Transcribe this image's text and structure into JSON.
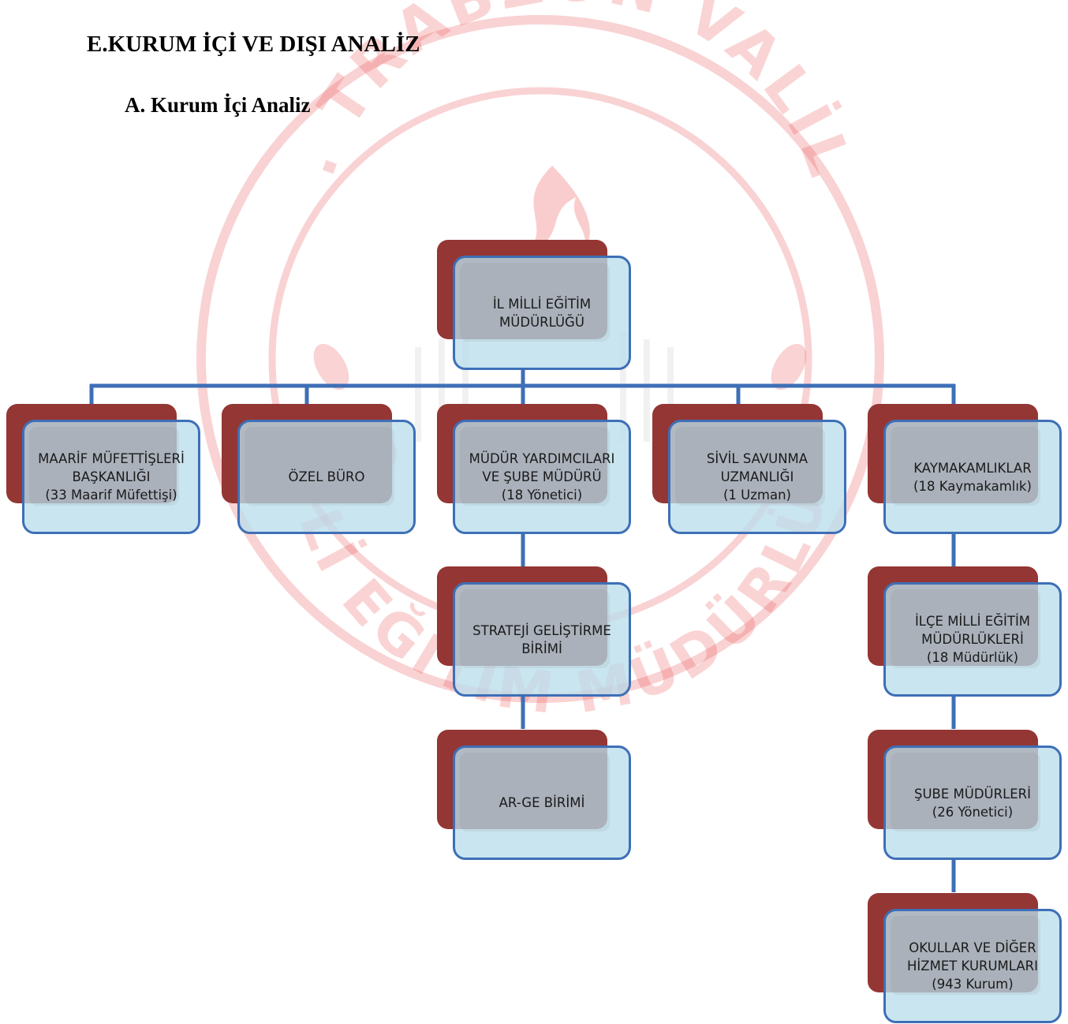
{
  "page": {
    "title": "E.KURUM İÇİ VE DIŞI ANALİZ",
    "section": "A. Kurum İçi Analiz"
  },
  "watermark": {
    "top_text": "T.C. TRABZON VALİLİĞİ",
    "bottom_text": "MİLLİ EĞİTİM MÜDÜRLÜĞÜ",
    "color": "#e7393c"
  },
  "org_chart": {
    "root": {
      "lines": [
        "İL MİLLİ EĞİTİM",
        "MÜDÜRLÜĞÜ"
      ]
    },
    "units": [
      {
        "id": "mufettis",
        "lines": [
          "MAARİF MÜFETTİŞLERİ",
          "BAŞKANLIĞI",
          "(33 Maarif Müfettişi)"
        ]
      },
      {
        "id": "ozel-buro",
        "lines": [
          "ÖZEL BÜRO"
        ]
      },
      {
        "id": "mudur-yrd",
        "lines": [
          "MÜDÜR YARDIMCILARI",
          "VE ŞUBE MÜDÜRÜ",
          "(18 Yönetici)"
        ]
      },
      {
        "id": "sivil-savunma",
        "lines": [
          "SİVİL SAVUNMA",
          "UZMANLIĞI",
          "(1 Uzman)"
        ]
      },
      {
        "id": "kaymakamliklar",
        "lines": [
          "KAYMAKAMLIKLAR",
          "(18 Kaymakamlık)"
        ]
      }
    ],
    "under_mudur_yrd": [
      {
        "id": "strateji",
        "lines": [
          "STRATEJİ GELİŞTİRME",
          "BİRİMİ"
        ]
      },
      {
        "id": "arge",
        "lines": [
          "AR-GE BİRİMİ"
        ]
      }
    ],
    "under_kaymakamliklar": [
      {
        "id": "ilce-mem",
        "lines": [
          "İLÇE MİLLİ EĞİTİM",
          "MÜDÜRLÜKLERİ",
          "(18 Müdürlük)"
        ]
      },
      {
        "id": "sube-mudurleri",
        "lines": [
          "ŞUBE MÜDÜRLERİ",
          "(26 Yönetici)"
        ]
      },
      {
        "id": "okullar",
        "lines": [
          "OKULLAR VE DİĞER",
          "HİZMET KURUMLARI",
          "(943 Kurum)"
        ]
      }
    ],
    "colors": {
      "connector": "#3e6fb7",
      "box_fill": "#bcdde9",
      "shadow": "#943634"
    }
  }
}
